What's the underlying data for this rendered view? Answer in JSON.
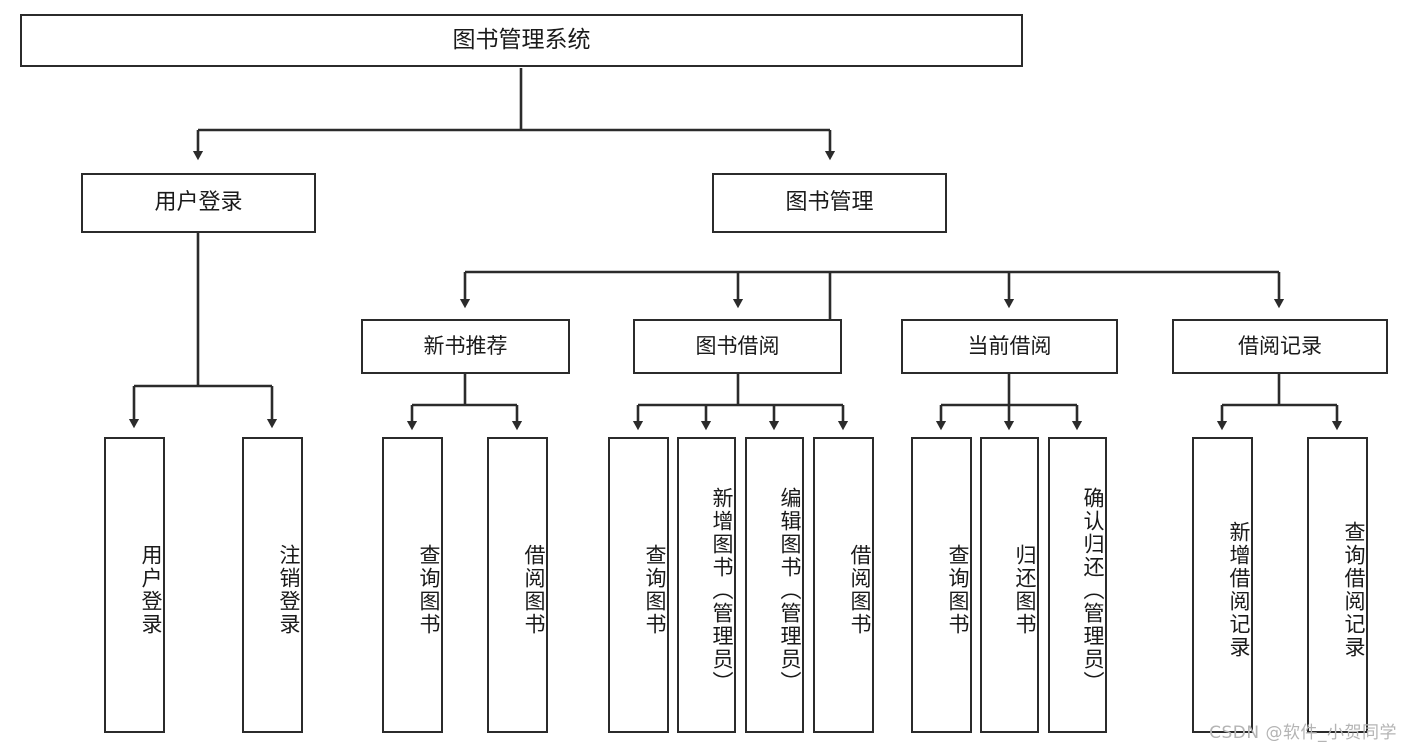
{
  "diagram": {
    "title": "图书管理系统",
    "type": "tree-hierarchy-chart",
    "colors": {
      "border": "#2b2b2b",
      "fill": "#ffffff",
      "text": "#1a1a1a",
      "connector": "#2b2b2b",
      "watermark": "#b4b4b4"
    },
    "root": {
      "label": "图书管理系统"
    },
    "level2": [
      {
        "label": "用户登录"
      },
      {
        "label": "图书管理"
      }
    ],
    "level3": [
      {
        "label": "新书推荐"
      },
      {
        "label": "图书借阅"
      },
      {
        "label": "当前借阅"
      },
      {
        "label": "借阅记录"
      }
    ],
    "leaves": {
      "user_login": [
        {
          "label": "用户登录"
        },
        {
          "label": "注销登录"
        }
      ],
      "new_book_recommend": [
        {
          "label": "查询图书"
        },
        {
          "label": "借阅图书"
        }
      ],
      "book_borrow": [
        {
          "label": "查询图书"
        },
        {
          "label": "新增图书（管理员）"
        },
        {
          "label": "编辑图书（管理员）"
        },
        {
          "label": "借阅图书"
        }
      ],
      "current_borrow": [
        {
          "label": "查询图书"
        },
        {
          "label": "归还图书"
        },
        {
          "label": "确认归还（管理员）"
        }
      ],
      "borrow_record": [
        {
          "label": "新增借阅记录"
        },
        {
          "label": "查询借阅记录"
        }
      ]
    }
  },
  "watermark": {
    "text": "CSDN @软件_小贺同学"
  }
}
